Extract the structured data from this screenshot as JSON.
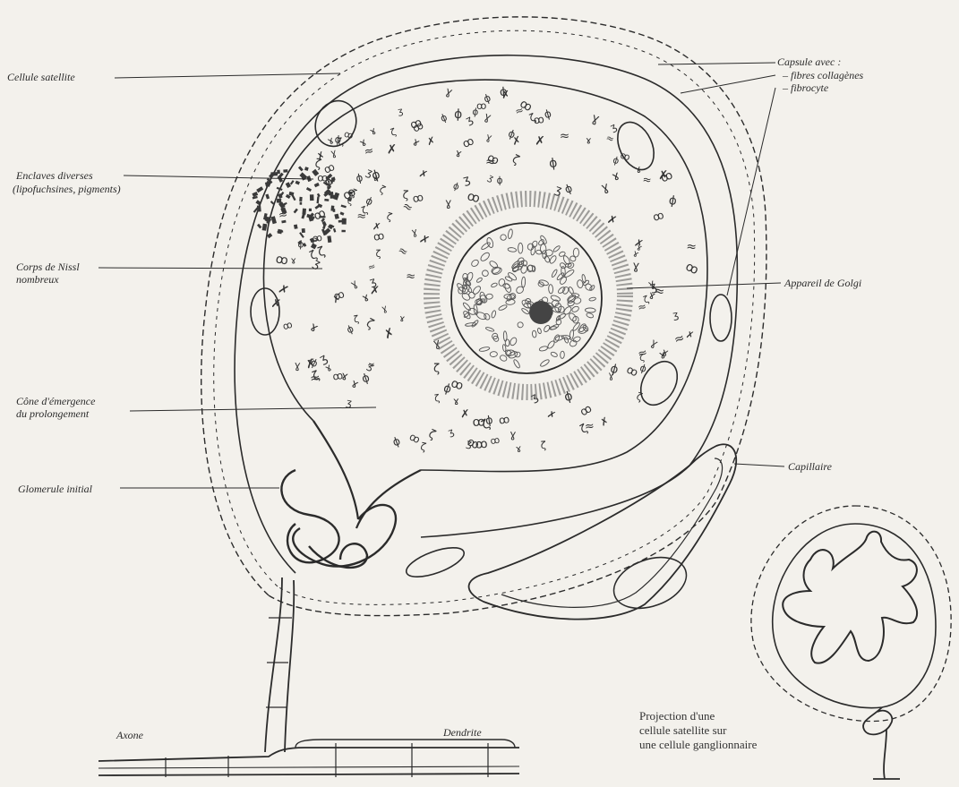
{
  "labels": {
    "cellule_satellite": "Cellule satellite",
    "capsule_line1": "Capsule avec :",
    "capsule_line2": "– fibres collagènes",
    "capsule_line3": "– fibrocyte",
    "enclaves_line1": "Enclaves diverses",
    "enclaves_line2": "(lipofuchsines, pigments)",
    "nissl_line1": "Corps de Nissl",
    "nissl_line2": "nombreux",
    "golgi": "Appareil de Golgi",
    "cone_line1": "Cône d'émergence",
    "cone_line2": "du prolongement",
    "glomerule": "Glomerule initial",
    "capillaire": "Capillaire",
    "axone": "Axone",
    "dendrite": "Dendrite",
    "projection_line1": "Projection d'une",
    "projection_line2": "cellule satellite sur",
    "projection_line3": "une cellule ganglionnaire"
  },
  "colors": {
    "paper": "#f3f1ec",
    "ink": "#2b2b2b"
  }
}
